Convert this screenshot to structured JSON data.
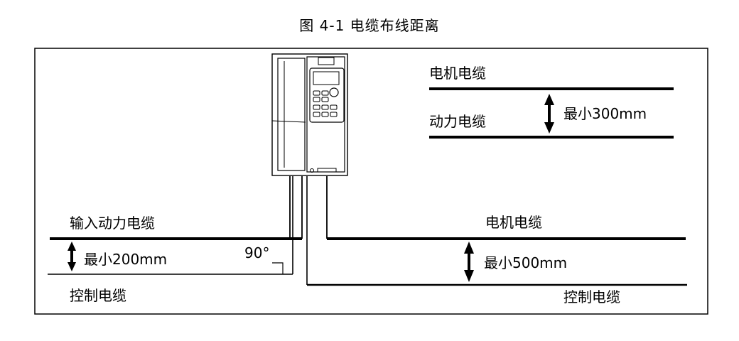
{
  "caption": "图 4-1 电缆布线距离",
  "labels": {
    "motor_cable_top": "电机电缆",
    "power_cable_top": "动力电缆",
    "min_300": "最小300mm",
    "input_power_cable": "输入动力电缆",
    "min_200": "最小200mm",
    "angle_90": "90°",
    "control_cable_left": "控制电缆",
    "motor_cable_right": "电机电缆",
    "min_500": "最小500mm",
    "control_cable_right": "控制电缆"
  }
}
